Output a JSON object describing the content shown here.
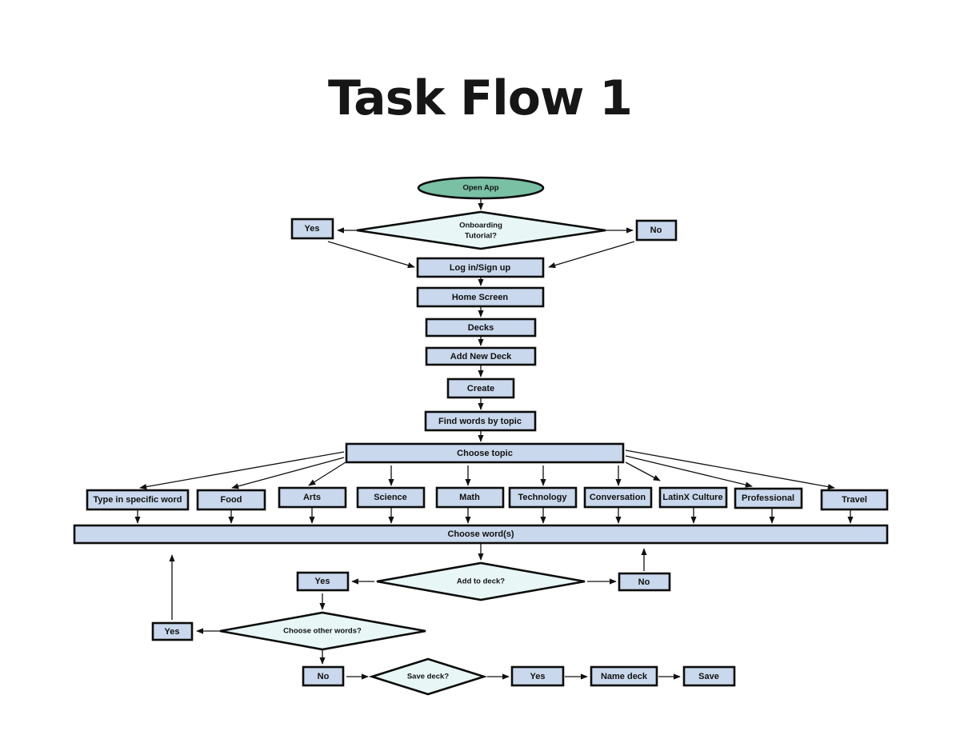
{
  "title": "Task Flow 1",
  "nodes": {
    "open_app": "Open App",
    "onboarding_line1": "Onboarding",
    "onboarding_line2": "Tutorial?",
    "onboarding_yes": "Yes",
    "onboarding_no": "No",
    "login": "Log in/Sign up",
    "home": "Home Screen",
    "decks": "Decks",
    "add_new_deck": "Add New Deck",
    "create": "Create",
    "find_words": "Find words by topic",
    "choose_topic": "Choose topic",
    "topics": [
      "Type in specific word",
      "Food",
      "Arts",
      "Science",
      "Math",
      "Technology",
      "Conversation",
      "LatinX Culture",
      "Professional",
      "Travel"
    ],
    "choose_words": "Choose word(s)",
    "add_to_deck": "Add to deck?",
    "add_yes": "Yes",
    "add_no": "No",
    "choose_other": "Choose other words?",
    "other_yes": "Yes",
    "other_no": "No",
    "save_deck": "Save deck?",
    "save_yes": "Yes",
    "name_deck": "Name deck",
    "save": "Save"
  }
}
